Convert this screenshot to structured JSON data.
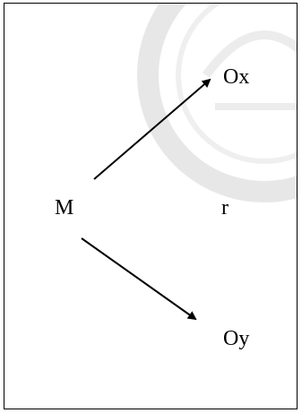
{
  "diagram": {
    "nodes": {
      "source": "M",
      "middle": "r",
      "target_top": "Ox",
      "target_bottom": "Oy"
    },
    "edges": [
      {
        "from": "M",
        "to": "Ox"
      },
      {
        "from": "M",
        "to": "Oy"
      }
    ],
    "colors": {
      "ink": "#000000",
      "border": "#000000",
      "watermark": "#e7e7e7"
    }
  }
}
